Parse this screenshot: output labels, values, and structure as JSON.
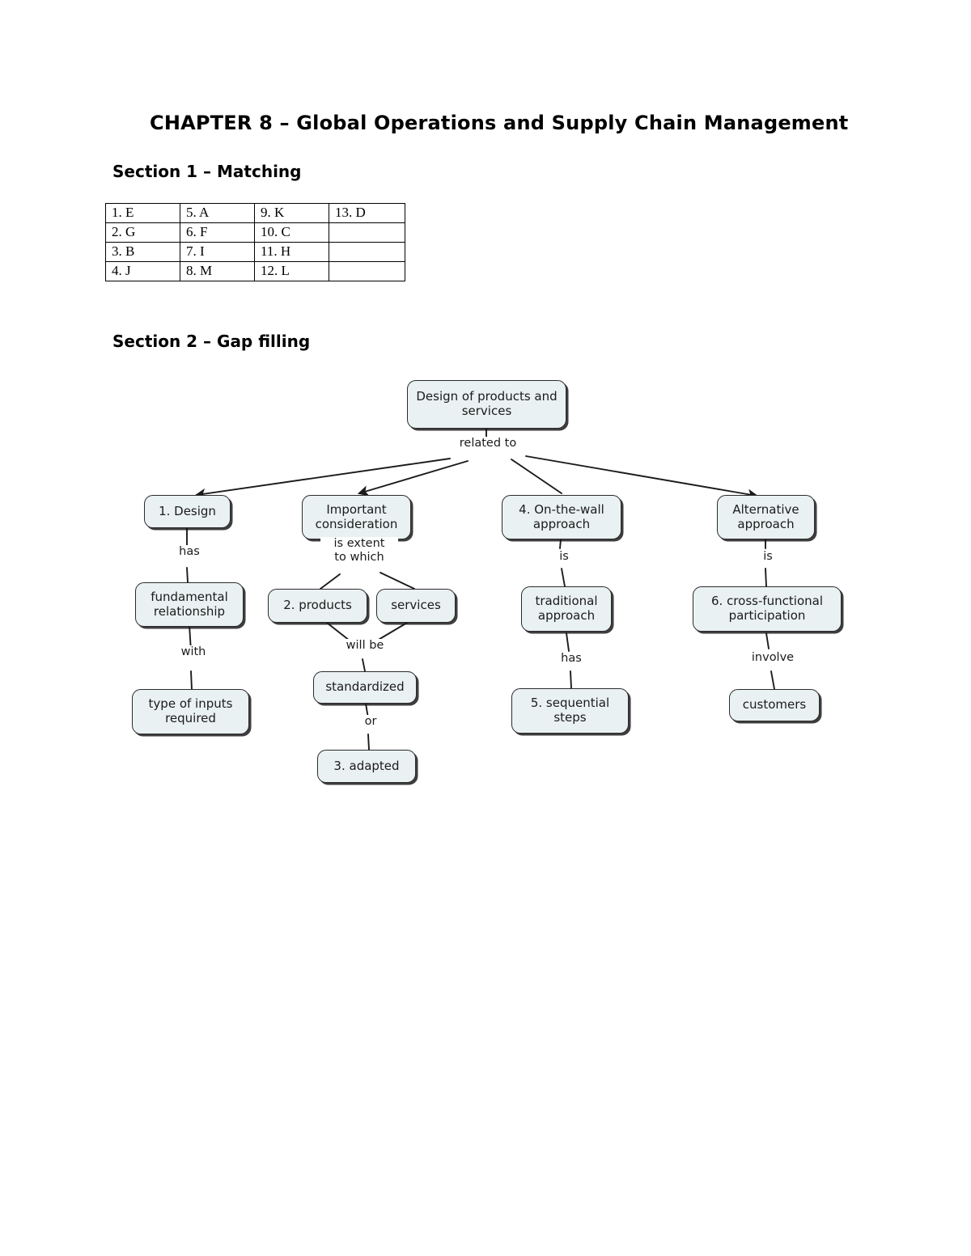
{
  "document": {
    "title": "CHAPTER 8 – Global Operations and Supply Chain Management"
  },
  "section1": {
    "heading": "Section 1 – Matching",
    "table": {
      "rows": [
        [
          "1. E",
          "5. A",
          "9. K",
          "13. D"
        ],
        [
          "2. G",
          "6. F",
          "10. C",
          ""
        ],
        [
          "3. B",
          "7. I",
          "11. H",
          ""
        ],
        [
          "4. J",
          "8. M",
          "12. L",
          ""
        ]
      ]
    }
  },
  "section2": {
    "heading": "Section 2 – Gap filling",
    "concept_map": {
      "root": "Design of products\nand services",
      "nodes": {
        "root": "Design of products and services",
        "design": "1. Design",
        "fundamental_relationship": "fundamental\nrelationship",
        "type_of_inputs": "type of inputs\nrequired",
        "important_consideration": "Important\nconsideration",
        "products": "2. products",
        "services": "services",
        "standardized": "standardized",
        "adapted": "3. adapted",
        "on_the_wall": "4. On-the-wall\napproach",
        "traditional_approach": "traditional\napproach",
        "sequential_steps": "5. sequential\nsteps",
        "alternative_approach": "Alternative\napproach",
        "cross_functional": "6. cross-functional\nparticipation",
        "customers": "customers"
      },
      "link_labels": {
        "related_to": "related to",
        "has": "has",
        "with": "with",
        "is_extent_to_which": "is extent\nto which",
        "will_be": "will be",
        "or": "or",
        "is_traditional": "is",
        "has_steps": "has",
        "is_alternative": "is",
        "involve": "involve"
      },
      "colors": {
        "node_fill": "#eaf1f2",
        "node_stroke": "#2b2b2b",
        "edge_stroke": "#1b1b1b",
        "shadow": "#141414"
      }
    }
  }
}
